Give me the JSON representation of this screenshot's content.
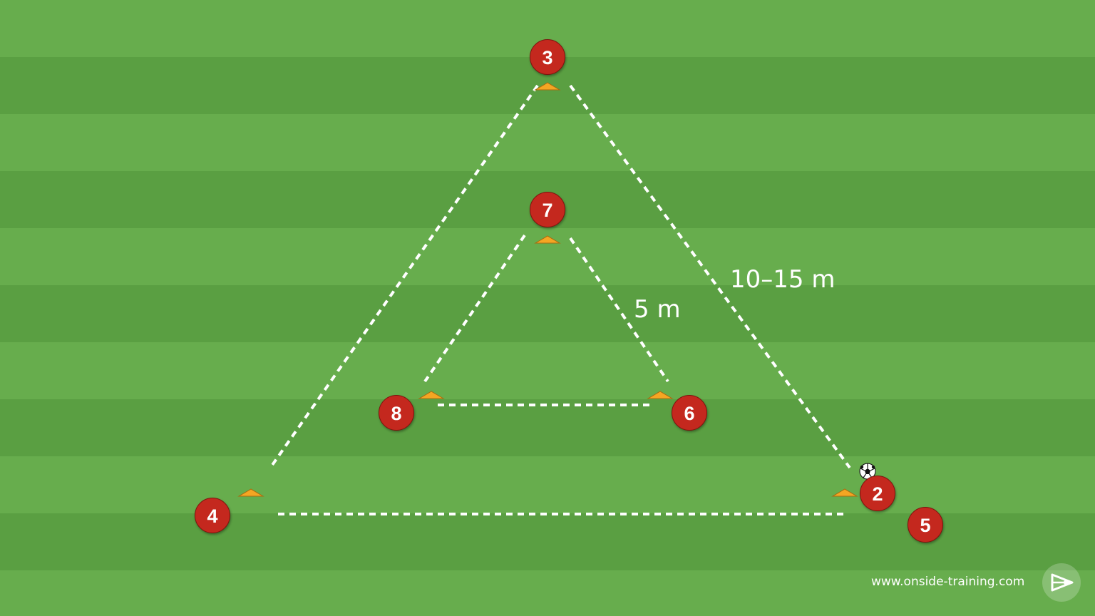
{
  "players": [
    {
      "number": "3"
    },
    {
      "number": "7"
    },
    {
      "number": "8"
    },
    {
      "number": "6"
    },
    {
      "number": "4"
    },
    {
      "number": "2"
    },
    {
      "number": "5"
    }
  ],
  "labels": {
    "inner_distance": "5 m",
    "outer_distance": "10–15 m"
  },
  "watermark": "www.onside-training.com",
  "colors": {
    "pitch_light": "#67ad4d",
    "pitch_dark": "#5a9f42",
    "player_fill": "#c4281e",
    "cone": "#f5a623",
    "line": "#ffffff"
  },
  "icons": [
    "cone-icon",
    "ball-icon",
    "onside-logo-icon"
  ]
}
